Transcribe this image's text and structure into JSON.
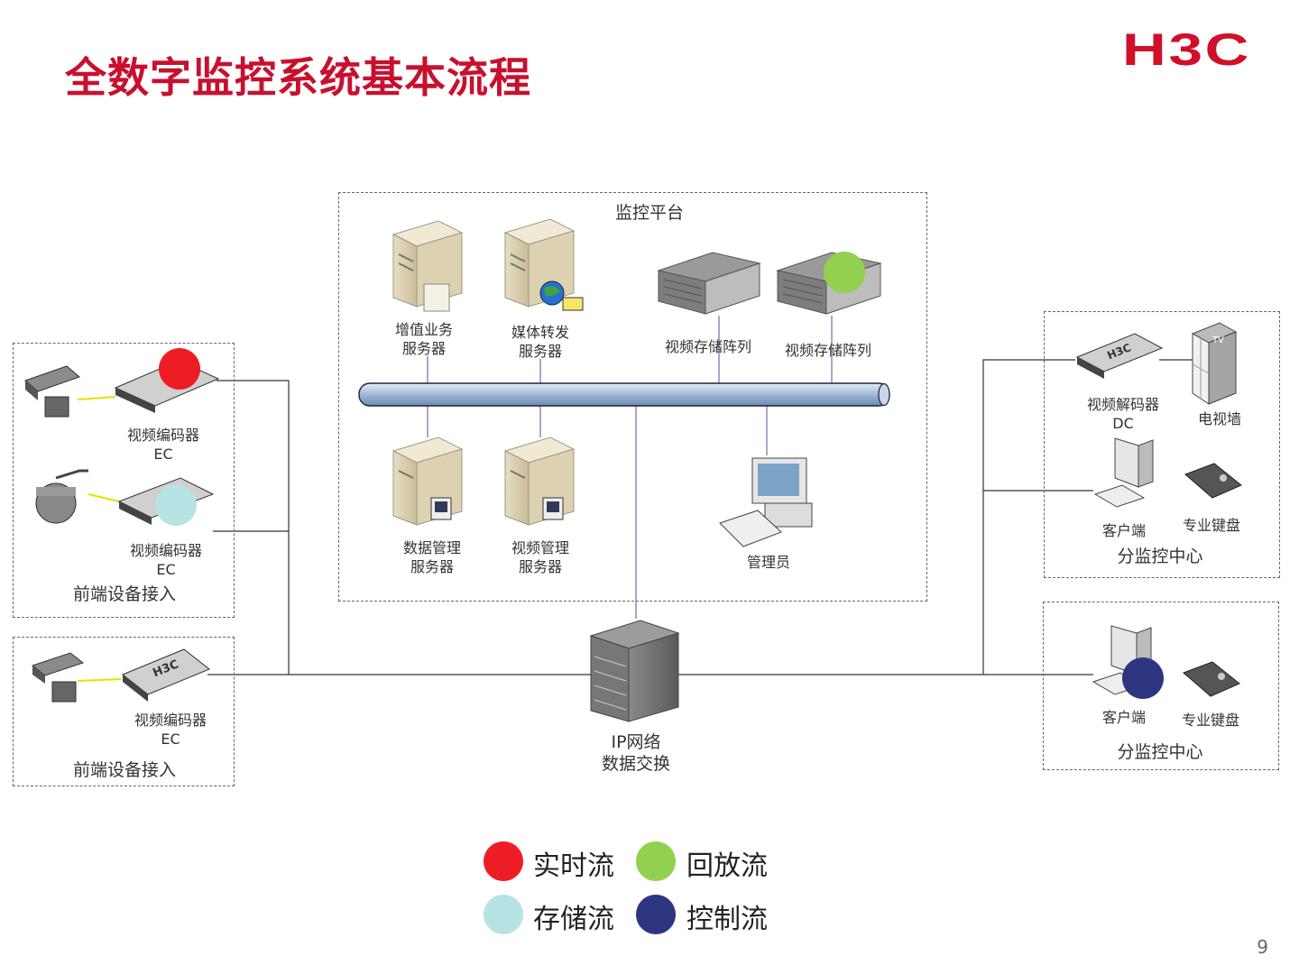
{
  "slide": {
    "title": "全数字监控系统基本流程",
    "logo": "H3C",
    "page_number": "9"
  },
  "platform": {
    "label": "监控平台",
    "value_added_server": [
      "增值业务",
      "服务器"
    ],
    "media_forward_server": [
      "媒体转发",
      "服务器"
    ],
    "storage_array_1": "视频存储阵列",
    "storage_array_2": "视频存储阵列",
    "data_mgmt_server": [
      "数据管理",
      "服务器"
    ],
    "video_mgmt_server": [
      "视频管理",
      "服务器"
    ],
    "admin": "管理员"
  },
  "frontend": {
    "encoder_1": [
      "视频编码器",
      "EC"
    ],
    "encoder_2": [
      "视频编码器",
      "EC"
    ],
    "group_label_1": "前端设备接入",
    "encoder_3": [
      "视频编码器",
      "EC"
    ],
    "group_label_2": "前端设备接入"
  },
  "network": {
    "switch": [
      "IP网络",
      "数据交换"
    ]
  },
  "branch_1": {
    "decoder": [
      "视频解码器",
      "DC"
    ],
    "tv_wall": "电视墙",
    "client": "客户端",
    "keyboard": "专业键盘",
    "label": "分监控中心"
  },
  "branch_2": {
    "client": "客户端",
    "keyboard": "专业键盘",
    "label": "分监控中心"
  },
  "legend": [
    {
      "label": "实时流",
      "color": "#ee1c25"
    },
    {
      "label": "回放流",
      "color": "#92d050"
    },
    {
      "label": "存储流",
      "color": "#b7e3e4"
    },
    {
      "label": "控制流",
      "color": "#2e3580"
    }
  ],
  "device_text": {
    "encoder_brand": "H3C",
    "decoder_brand": "H3C",
    "tv": "TV"
  }
}
